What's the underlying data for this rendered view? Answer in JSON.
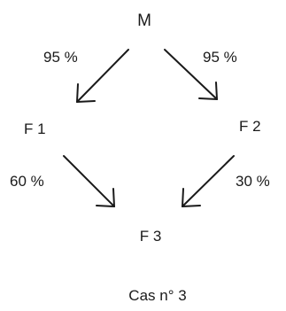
{
  "nodes": {
    "m": "M",
    "f1": "F 1",
    "f2": "F 2",
    "f3": "F 3"
  },
  "edges": [
    {
      "from": "M",
      "to": "F 1",
      "label": "95 %"
    },
    {
      "from": "M",
      "to": "F 2",
      "label": "95 %"
    },
    {
      "from": "F 1",
      "to": "F 3",
      "label": "60 %"
    },
    {
      "from": "F 2",
      "to": "F 3",
      "label": "30 %"
    }
  ],
  "caption": "Cas n° 3",
  "colors": {
    "ink": "#1a1a1a",
    "background": "#ffffff"
  }
}
